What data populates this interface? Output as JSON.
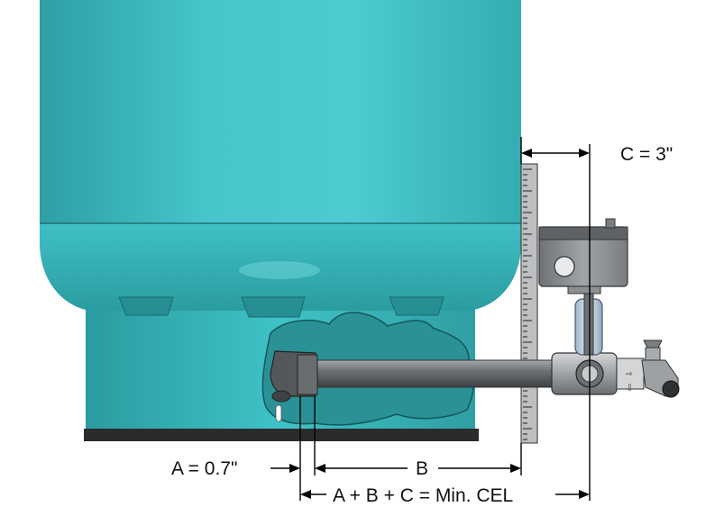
{
  "dimensions": {
    "a_label": "A = 0.7\"",
    "b_label": "B",
    "c_label": "C = 3\"",
    "sum_label": "A + B + C = Min. CEL"
  },
  "colors": {
    "tank_teal": "#3cbfc4",
    "tank_teal_dark": "#2a9ba0",
    "pipe_gray": "#7a7d80",
    "pipe_dark": "#4a4c4e",
    "switch_gray": "#8c8f92",
    "base_ring": "#2b2b2b",
    "line_black": "#000000"
  }
}
